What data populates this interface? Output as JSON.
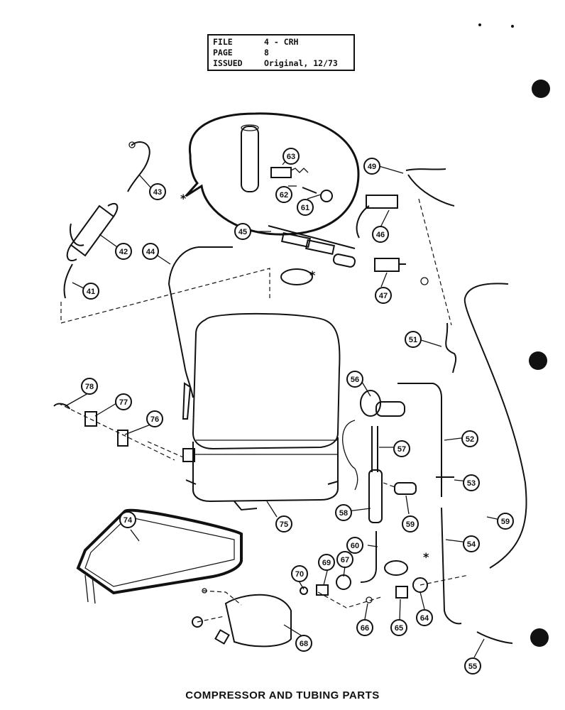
{
  "header": {
    "file_label": "FILE",
    "file_value": "4 - CRH",
    "page_label": "PAGE",
    "page_value": "8",
    "issued_label": "ISSUED",
    "issued_value": "Original, 12/73"
  },
  "caption": "COMPRESSOR AND TUBING PARTS",
  "asterisk": "*",
  "labels": {
    "p41": "41",
    "p42": "42",
    "p43": "43",
    "p44": "44",
    "p45": "45",
    "p46": "46",
    "p47": "47",
    "p49": "49",
    "p51": "51",
    "p52": "52",
    "p53": "53",
    "p54": "54",
    "p55": "55",
    "p56": "56",
    "p57": "57",
    "p58": "58",
    "p59": "59",
    "p60": "60",
    "p61": "61",
    "p62": "62",
    "p63": "63",
    "p64": "64",
    "p65": "65",
    "p66": "66",
    "p67": "67",
    "p68": "68",
    "p69": "69",
    "p70": "70",
    "p74": "74",
    "p75": "75",
    "p76": "76",
    "p77": "77",
    "p78": "78",
    "p59b": "59"
  }
}
